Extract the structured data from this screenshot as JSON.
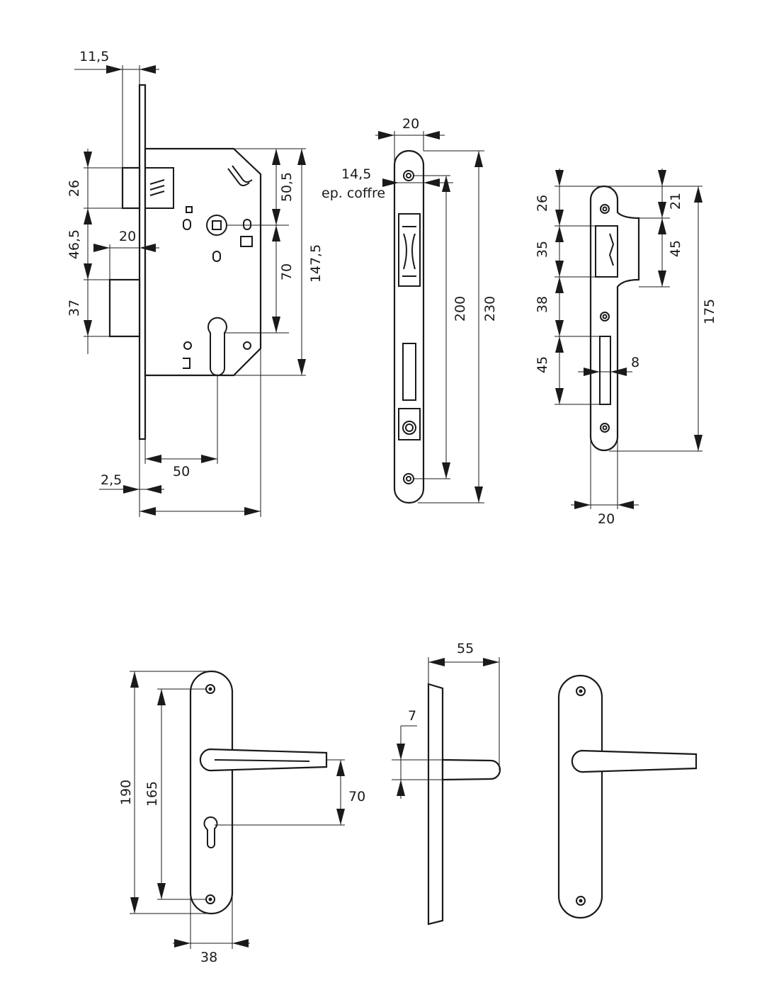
{
  "lock_case": {
    "faceplate_thickness": "11,5",
    "latch_height": "26",
    "latch_to_deadbolt_gap": "46,5",
    "deadbolt_projection": "20",
    "deadbolt_height": "37",
    "top_to_spindle": "50,5",
    "spindle_to_cylinder": "70",
    "case_height": "147,5",
    "backset": "50",
    "faceplate_offset": "2,5"
  },
  "faceplate": {
    "width": "20",
    "case_depth": "14,5",
    "case_depth_note": "ep. coffre",
    "screw_spacing": "200",
    "total_length": "230"
  },
  "strike_plate": {
    "top_to_latch": "26",
    "latch_window": "35",
    "window_gap": "38",
    "bolt_window": "45",
    "lip_top": "21",
    "lip_height": "45",
    "bolt_window_width": "8",
    "screw_spacing": "175",
    "width": "20"
  },
  "handle_front": {
    "plate_length": "190",
    "screw_spacing": "165",
    "handle_to_keyhole": "70",
    "plate_width": "38"
  },
  "handle_side": {
    "projection": "55",
    "lever_thickness": "7"
  }
}
